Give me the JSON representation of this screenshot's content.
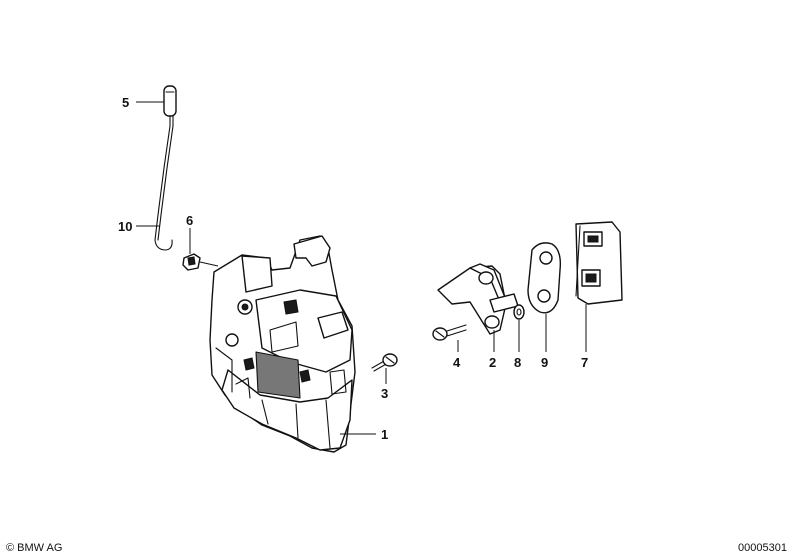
{
  "callouts": {
    "c1": "1",
    "c2": "2",
    "c3": "3",
    "c4": "4",
    "c5": "5",
    "c6": "6",
    "c7": "7",
    "c8": "8",
    "c9": "9",
    "c10": "10"
  },
  "footer": {
    "copyright": "© BMW AG",
    "diagram_number": "00005301"
  },
  "colors": {
    "line": "#111111",
    "background": "#ffffff"
  }
}
